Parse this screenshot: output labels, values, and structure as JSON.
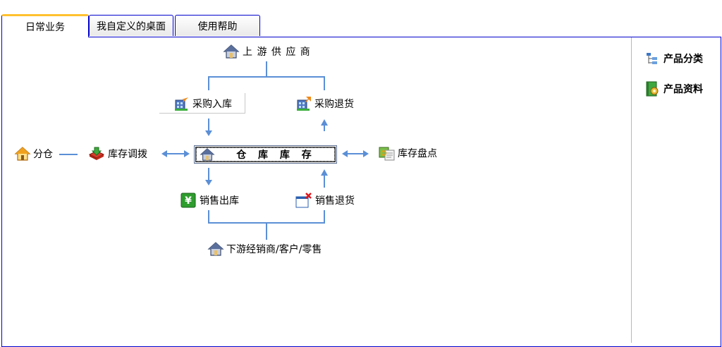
{
  "tabs": [
    {
      "label": "日常业务",
      "active": true
    },
    {
      "label": "我自定义的桌面",
      "active": false
    },
    {
      "label": "使用帮助",
      "active": false
    }
  ],
  "flow": {
    "supplier": {
      "label": "上 游 供 应 商",
      "icon": "house-icon"
    },
    "purchase_in": {
      "label": "采购入库",
      "icon": "building-arrow-in-icon"
    },
    "purchase_return": {
      "label": "采购退货",
      "icon": "building-arrow-out-icon"
    },
    "branch": {
      "label": "分仓",
      "icon": "house-orange-icon"
    },
    "transfer": {
      "label": "库存调拨",
      "icon": "book-transfer-icon"
    },
    "warehouse": {
      "label": "仓 库 库 存",
      "icon": "house-icon"
    },
    "stocktake": {
      "label": "库存盘点",
      "icon": "stocktake-icon"
    },
    "sales_out": {
      "label": "销售出库",
      "icon": "yen-icon"
    },
    "sales_return": {
      "label": "销售退货",
      "icon": "window-cross-icon"
    },
    "downstream": {
      "label": "下游经销商/客户/零售",
      "icon": "house-icon"
    }
  },
  "sidebar": {
    "items": [
      {
        "label": "产品分类",
        "icon": "tree-icon"
      },
      {
        "label": "产品资料",
        "icon": "gear-book-icon"
      }
    ]
  },
  "colors": {
    "tab_border": "#0000cc",
    "active_tab_accent": "#ffc12e",
    "flow_line": "#5b8fd6"
  }
}
